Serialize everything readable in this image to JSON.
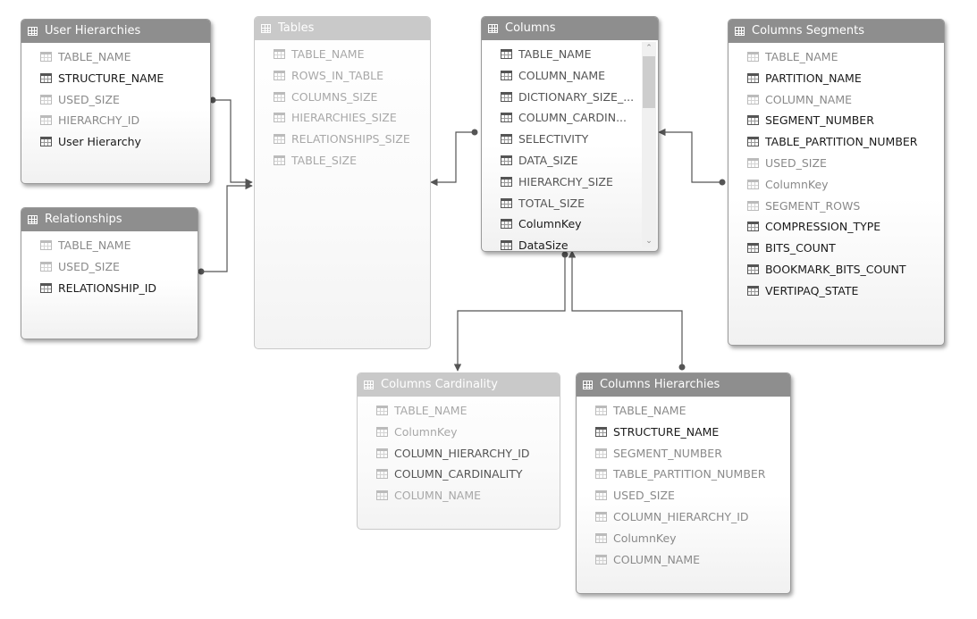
{
  "tables": {
    "user_hierarchies": {
      "title": "User Hierarchies",
      "columns": [
        "TABLE_NAME",
        "STRUCTURE_NAME",
        "USED_SIZE",
        "HIERARCHY_ID",
        "User Hierarchy"
      ]
    },
    "relationships": {
      "title": "Relationships",
      "columns": [
        "TABLE_NAME",
        "USED_SIZE",
        "RELATIONSHIP_ID"
      ]
    },
    "tables": {
      "title": "Tables",
      "columns": [
        "TABLE_NAME",
        "ROWS_IN_TABLE",
        "COLUMNS_SIZE",
        "HIERARCHIES_SIZE",
        "RELATIONSHIPS_SIZE",
        "TABLE_SIZE"
      ]
    },
    "columns": {
      "title": "Columns",
      "columns": [
        "TABLE_NAME",
        "COLUMN_NAME",
        "DICTIONARY_SIZE_...",
        "COLUMN_CARDIN...",
        "SELECTIVITY",
        "DATA_SIZE",
        "HIERARCHY_SIZE",
        "TOTAL_SIZE",
        "ColumnKey",
        "DataSize"
      ]
    },
    "columns_segments": {
      "title": "Columns Segments",
      "columns": [
        "TABLE_NAME",
        "PARTITION_NAME",
        "COLUMN_NAME",
        "SEGMENT_NUMBER",
        "TABLE_PARTITION_NUMBER",
        "USED_SIZE",
        "ColumnKey",
        "SEGMENT_ROWS",
        "COMPRESSION_TYPE",
        "BITS_COUNT",
        "BOOKMARK_BITS_COUNT",
        "VERTIPAQ_STATE"
      ]
    },
    "columns_cardinality": {
      "title": "Columns Cardinality",
      "columns": [
        "TABLE_NAME",
        "ColumnKey",
        "COLUMN_HIERARCHY_ID",
        "COLUMN_CARDINALITY",
        "COLUMN_NAME"
      ]
    },
    "columns_hierarchies": {
      "title": "Columns Hierarchies",
      "columns": [
        "TABLE_NAME",
        "STRUCTURE_NAME",
        "SEGMENT_NUMBER",
        "TABLE_PARTITION_NUMBER",
        "USED_SIZE",
        "COLUMN_HIERARCHY_ID",
        "ColumnKey",
        "COLUMN_NAME"
      ]
    }
  },
  "colors": {
    "header_active": "#8e8e8e",
    "header_dimmed": "#c9c9c9",
    "connector": "#555555"
  }
}
